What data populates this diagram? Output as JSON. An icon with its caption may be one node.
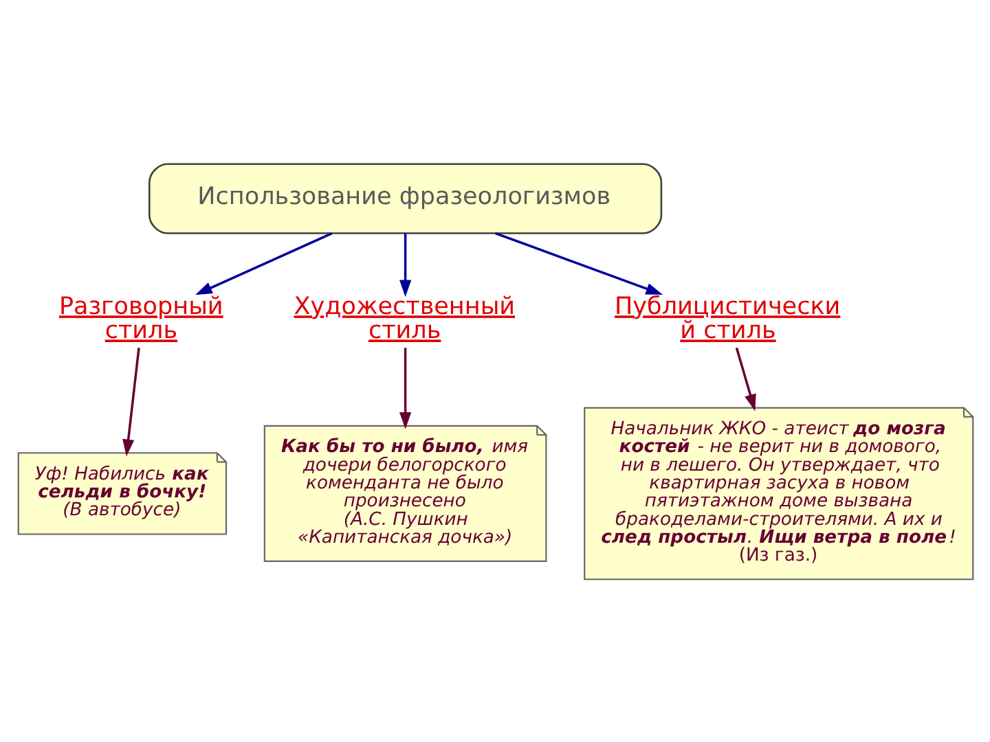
{
  "diagram": {
    "nodes": [
      {
        "text": [
          "Использование фразеологизмов"
        ]
      },
      {
        "text": [
          "Разговорный стиль"
        ]
      },
      {
        "text": [
          "Художественный стиль"
        ]
      },
      {
        "text": [
          "Публицистически й стиль"
        ]
      },
      {
        "text": [
          "Уф! Набились **как сельди в бочку!**",
          "(В автобусе)"
        ]
      },
      {
        "text": [
          "**Как бы то ни было,** имя дочери белогорского коменданта не было произнесено",
          "(А.С. Пушкин «Капитанская дочка»)"
        ]
      },
      {
        "text": [
          "Начальник ЖКО - атеист **до мозга костей** - не верит ни в домового, ни в лешего. Он утверждает, что квартирная засуха в новом пятиэтажном доме вызвана бракоделами-строителями. А их и **след простыл**. **Ищи ветра в поле**!",
          "(Из газ.)"
        ]
      }
    ],
    "edges": [
      {
        "from": 0,
        "to": 1,
        "arrow": "to",
        "color": "#000099"
      },
      {
        "from": 0,
        "to": 2,
        "arrow": "to",
        "color": "#000099"
      },
      {
        "from": 0,
        "to": 3,
        "arrow": "to",
        "color": "#000099"
      },
      {
        "from": 1,
        "to": 4,
        "arrow": "to",
        "color": "#660033"
      },
      {
        "from": 2,
        "to": 5,
        "arrow": "to",
        "color": "#660033"
      },
      {
        "from": 3,
        "to": 6,
        "arrow": "to",
        "color": "#660033"
      }
    ]
  }
}
